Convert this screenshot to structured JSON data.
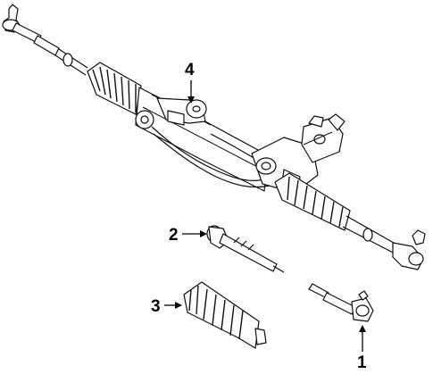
{
  "diagram": {
    "callouts": [
      {
        "id": "1",
        "label": "1",
        "part": "outer-tie-rod-end"
      },
      {
        "id": "2",
        "label": "2",
        "part": "inner-tie-rod"
      },
      {
        "id": "3",
        "label": "3",
        "part": "rack-boot"
      },
      {
        "id": "4",
        "label": "4",
        "part": "steering-gear-assembly"
      }
    ],
    "colors": {
      "line": "#111111",
      "background": "#ffffff"
    }
  }
}
